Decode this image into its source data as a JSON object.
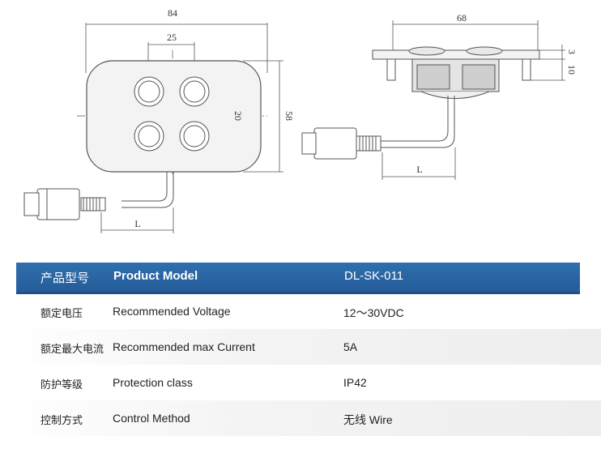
{
  "drawing_left": {
    "dims": {
      "width": "84",
      "pitch_h": "25",
      "pitch_v": "20",
      "height": "58",
      "cable": "L"
    }
  },
  "drawing_right": {
    "dims": {
      "width": "68",
      "t1": "3",
      "t2": "10",
      "cable": "L"
    }
  },
  "spec": {
    "header": {
      "label_cn": "产品型号",
      "label_en": "Product Model",
      "value": "DL-SK-011"
    },
    "rows": [
      {
        "label_cn": "额定电压",
        "label_en": "Recommended  Voltage",
        "value": "12～30VDC"
      },
      {
        "label_cn": "额定最大电流",
        "label_en": "Recommended  max  Current",
        "value": "5A"
      },
      {
        "label_cn": "防护等级",
        "label_en": "Protection class",
        "value": "IP42"
      },
      {
        "label_cn": "控制方式",
        "label_en": "Control  Method",
        "value": "无线  Wire"
      }
    ]
  }
}
